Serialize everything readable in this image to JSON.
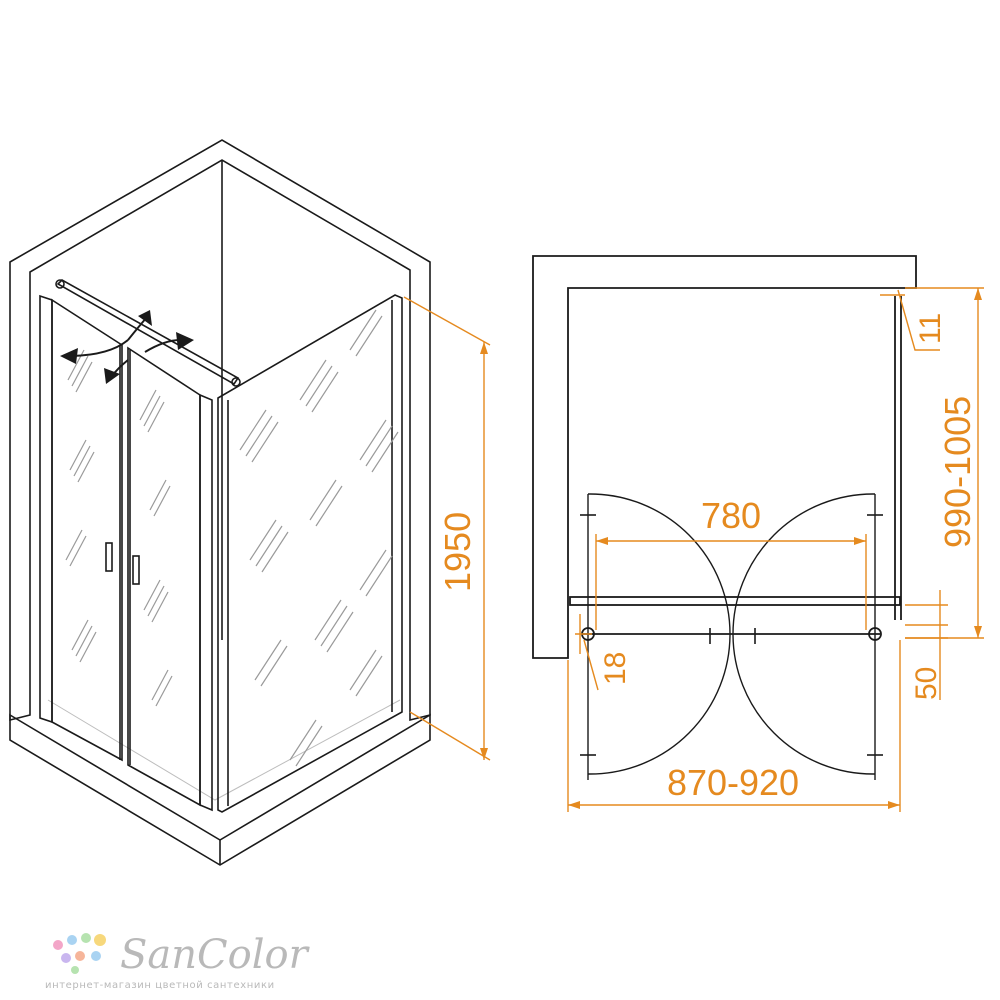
{
  "colors": {
    "line": "#1a1a1a",
    "dimension": "#e58a1f",
    "glass_pattern": "#9a9a9a",
    "logo_text": "#b9b9b9",
    "logo_dots": [
      "#f3a6c8",
      "#a9d3f2",
      "#b6e3b0",
      "#f7d87c",
      "#c9b6ef",
      "#f6b59a"
    ]
  },
  "isometric_view": {
    "height_label": "1950",
    "icons": [
      "door-swing-arrow-icon",
      "door-swing-arrow-icon",
      "door-swing-arrow-icon",
      "door-swing-arrow-icon"
    ]
  },
  "plan_view": {
    "width_door_opening": "780",
    "width_overall": "870-920",
    "depth_overall": "990-1005",
    "offset_top": "11",
    "offset_side": "18",
    "offset_front": "50"
  },
  "brand": {
    "name": "SanColor",
    "tagline": "интернет-магазин цветной сантехники"
  }
}
